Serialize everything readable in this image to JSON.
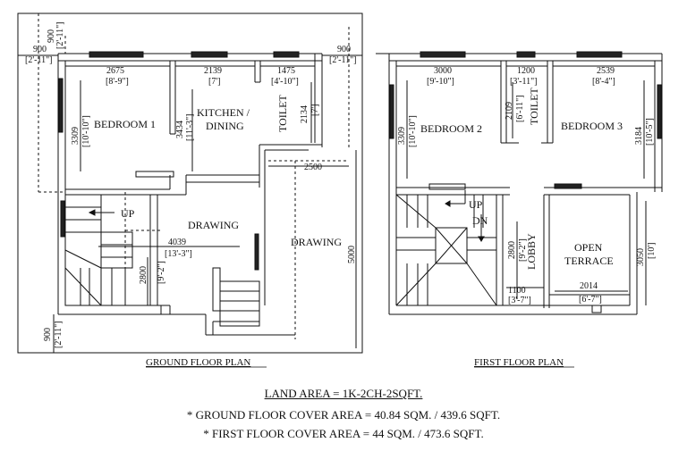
{
  "captions": {
    "ground": "GROUND FLOOR PLAN",
    "first": "FIRST FLOOR PLAN"
  },
  "ground_floor": {
    "rooms": {
      "bedroom1": "BEDROOM 1",
      "kitchen_line1": "KITCHEN /",
      "kitchen_line2": "DINING",
      "toilet": "TOILET",
      "drawing": "DRAWING",
      "drawing_ext": "DRAWING",
      "up": "UP"
    },
    "dims": {
      "left_top_900": "900",
      "left_top_211": "[2'-11\"]",
      "right_top_900": "900",
      "right_top_211": "[2'-11\"]",
      "top_900": "900",
      "top_211": "[2'-11\"]",
      "w2675": "2675",
      "w2675_ft": "[8'-9\"]",
      "w2139": "2139",
      "w2139_ft": "[7']",
      "w1475": "1475",
      "w1475_ft": "[4'-10\"]",
      "h3309": "3309",
      "h3309_ft": "[10'-10\"]",
      "h3434": "3434",
      "h3434_ft": "[11'-3\"]",
      "h2134": "2134",
      "h2134_ft": "[7']",
      "w2500": "2500",
      "h5000": "5000",
      "w4039": "4039",
      "w4039_ft": "[13'-3\"]",
      "h2800": "2800",
      "h2800_ft": "[9'-2\"]",
      "bottom_900": "900",
      "bottom_211": "[2'-11\"]"
    }
  },
  "first_floor": {
    "rooms": {
      "bedroom2": "BEDROOM 2",
      "toilet": "TOILET",
      "bedroom3": "BEDROOM 3",
      "up": "UP",
      "dn": "DN",
      "lobby": "LOBBY",
      "open": "OPEN",
      "terrace": "TERRACE"
    },
    "dims": {
      "w3000": "3000",
      "w3000_ft": "[9'-10\"]",
      "w1200": "1200",
      "w1200_ft": "[3'-11\"]",
      "w2539": "2539",
      "w2539_ft": "[8'-4\"]",
      "h3309": "3309",
      "h3309_ft": "[10'-10\"]",
      "h2109": "2109",
      "h2109_ft": "[6'-11\"]",
      "h3184": "3184",
      "h3184_ft": "[10'-5\"]",
      "h2800": "2800",
      "h2800_ft": "[9'-2\"]",
      "h3050": "3050",
      "h3050_ft": "[10']",
      "w1100": "1100",
      "w1100_ft": "[3'-7\"]",
      "w2014": "2014",
      "w2014_ft": "[6'-7\"]"
    }
  },
  "info": {
    "land_area": "LAND AREA = 1K-2CH-2SQFT.",
    "ground_cover": "* GROUND FLOOR COVER AREA = 40.84 SQM. / 439.6 SQFT.",
    "first_cover": "* FIRST FLOOR COVER AREA = 44 SQM. / 473.6 SQFT."
  }
}
